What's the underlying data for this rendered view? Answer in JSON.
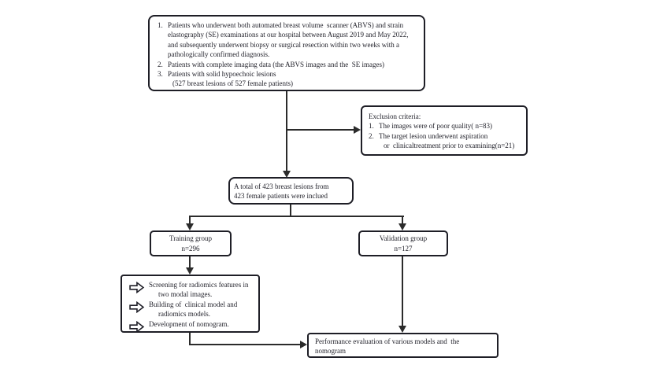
{
  "flowchart": {
    "inclusion": {
      "items": [
        {
          "num": "1.",
          "text": "Patients who underwent both automated breast volume  scanner (ABVS) and strain elastography (SE) examinations at our hospital between August 2019 and May 2022, and subsequently underwent biopsy or surgical resection within two weeks with a pathologically confirmed diagnosis."
        },
        {
          "num": "2.",
          "text": "Patients with complete imaging data (the ABVS images and the  SE images)"
        },
        {
          "num": "3.",
          "text": "Patients with solid hypoechoic lesions"
        },
        {
          "num": "",
          "text": "(527 breast lesions of 527 female patients)"
        }
      ]
    },
    "exclusion": {
      "title": "Exclusion criteria:",
      "items": [
        {
          "num": "1.",
          "text": "The images were of poor quality( n=83)"
        },
        {
          "num": "2.",
          "text": "The target lesion underwent aspiration"
        },
        {
          "num": "",
          "text": "or  clinicaltreatment prior to examining(n=21)"
        }
      ]
    },
    "total": {
      "line1": "A total of 423 breast lesions from",
      "line2": "423 female patients were inclued"
    },
    "training": {
      "line1": "Training group",
      "line2": "n=296"
    },
    "validation": {
      "line1": "Validation group",
      "line2": "n=127"
    },
    "steps": {
      "items": [
        {
          "text": "Screening for radiomics features in two modal images."
        },
        {
          "text": "Building of  clinical model and radiomics models."
        },
        {
          "text": "Development of nomogram."
        }
      ]
    },
    "performance": {
      "line1": "Performance evaluation of various models and  the",
      "line2": "nomogram"
    }
  },
  "colors": {
    "line": "#2b2b2b",
    "border": "#1e1e26",
    "text": "#1f1f28",
    "background": "#ffffff"
  }
}
